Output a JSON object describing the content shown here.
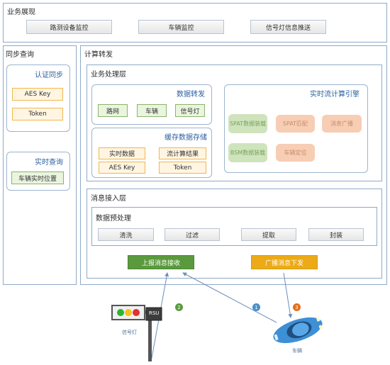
{
  "business_display": {
    "title": "业务展现",
    "items": [
      "路测设备监控",
      "车辆监控",
      "信号灯信息推送"
    ]
  },
  "sync_query": {
    "title": "同步查询",
    "auth_sync": {
      "title": "认证同步",
      "items": [
        "AES Key",
        "Token"
      ]
    },
    "realtime_query": {
      "title": "实时查询",
      "items": [
        "车辆实时位置"
      ]
    }
  },
  "compute_forward": {
    "title": "计算转发",
    "business_layer": {
      "title": "业务处理层",
      "data_forward": {
        "title": "数据转发",
        "items": [
          "路网",
          "车辆",
          "信号灯"
        ]
      },
      "cache_storage": {
        "title": "缓存数据存储",
        "items": [
          "实时数据",
          "流计算结果",
          "AES Key",
          "Token"
        ]
      },
      "stream_engine": {
        "title": "实时流计算引擎",
        "items": [
          "SPAT数据装载",
          "SPAT匹配",
          "消息广播",
          "BSM数据装载",
          "车辆定位"
        ]
      }
    },
    "message_layer": {
      "title": "消息接入层",
      "preprocess": {
        "title": "数据预处理",
        "items": [
          "清洗",
          "过滤",
          "提取",
          "封装"
        ]
      },
      "upload_button": "上报消息接收",
      "broadcast_button": "广播消息下发"
    }
  },
  "devices": {
    "traffic_light_label": "信号灯",
    "rsu_label": "RSU",
    "car_label": "车辆"
  },
  "badges": [
    "1",
    "2",
    "3"
  ],
  "colors": {
    "border": "#8fa9c8",
    "title": "#2b5f9e",
    "upload_button": "#5a9a3d",
    "broadcast_button": "#ecaa16",
    "badge_1": "#4a90c8",
    "badge_2": "#5a9a3d",
    "badge_3": "#e0701f",
    "car": "#3d8fd6"
  }
}
